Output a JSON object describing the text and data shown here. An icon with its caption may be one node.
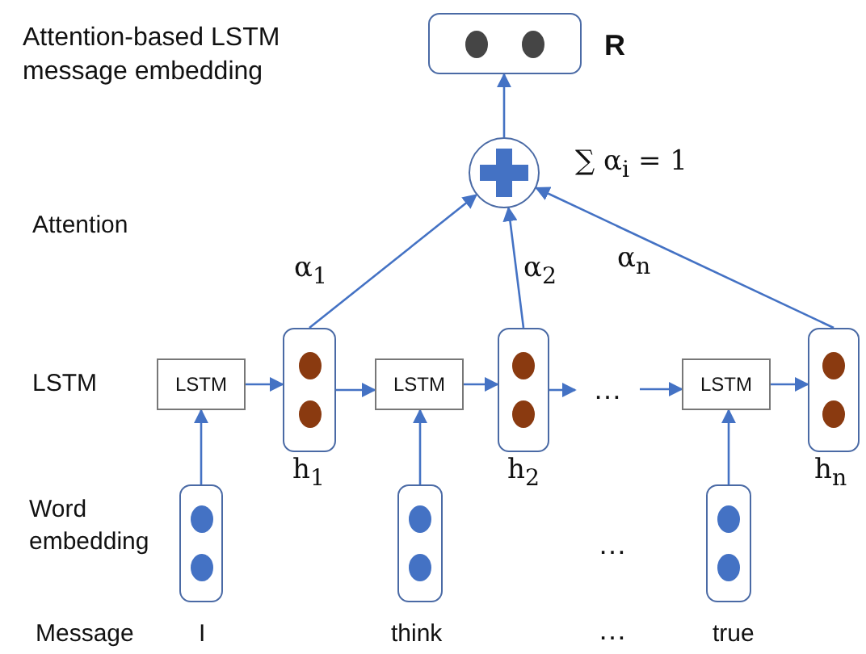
{
  "diagram": {
    "nodes": [
      {
        "text": [],
        "shape": "box",
        "beside": [
          "R"
        ]
      },
      {
        "text": [],
        "shape": "circle",
        "beside": [
          "∑ α$_{i}$ = 1"
        ]
      },
      {
        "text": [
          "LSTM"
        ]
      },
      {
        "text": [],
        "shape": "box",
        "beside": [
          "h$_{1}$"
        ]
      },
      {
        "text": [
          "LSTM"
        ]
      },
      {
        "text": [],
        "shape": "box",
        "beside": [
          "h$_{2}$"
        ]
      },
      {
        "text": [
          "…"
        ]
      },
      {
        "text": [
          "LSTM"
        ]
      },
      {
        "text": [],
        "shape": "box",
        "beside": [
          "h$_{n}$"
        ]
      },
      {
        "text": [],
        "shape": "box"
      },
      {
        "text": [],
        "shape": "box"
      },
      {
        "text": [],
        "shape": "box"
      }
    ],
    "edges": [
      {
        "from": 1,
        "to": 0,
        "arrow": "to"
      },
      {
        "from": 3,
        "to": 1,
        "arrow": "to",
        "label": "α$_{1}$"
      },
      {
        "from": 5,
        "to": 1,
        "arrow": "to",
        "label": "α$_{2}$"
      },
      {
        "from": 8,
        "to": 1,
        "arrow": "to",
        "label": "α$_{n}$"
      },
      {
        "from": 2,
        "to": 3,
        "arrow": "to"
      },
      {
        "from": 3,
        "to": 4,
        "arrow": "to"
      },
      {
        "from": 4,
        "to": 5,
        "arrow": "to"
      },
      {
        "from": 5,
        "to": 6,
        "arrow": "to"
      },
      {
        "from": 6,
        "to": 7,
        "arrow": "to"
      },
      {
        "from": 7,
        "to": 8,
        "arrow": "to"
      },
      {
        "from": 9,
        "to": 2,
        "arrow": "to"
      },
      {
        "from": 10,
        "to": 4,
        "arrow": "to"
      },
      {
        "from": 11,
        "to": 7,
        "arrow": "to"
      }
    ],
    "labels": [
      "Attention-based LSTM message embedding",
      "Attention",
      "LSTM",
      "Word embedding",
      "…",
      "Message",
      "I",
      "think",
      "…",
      "true"
    ]
  }
}
